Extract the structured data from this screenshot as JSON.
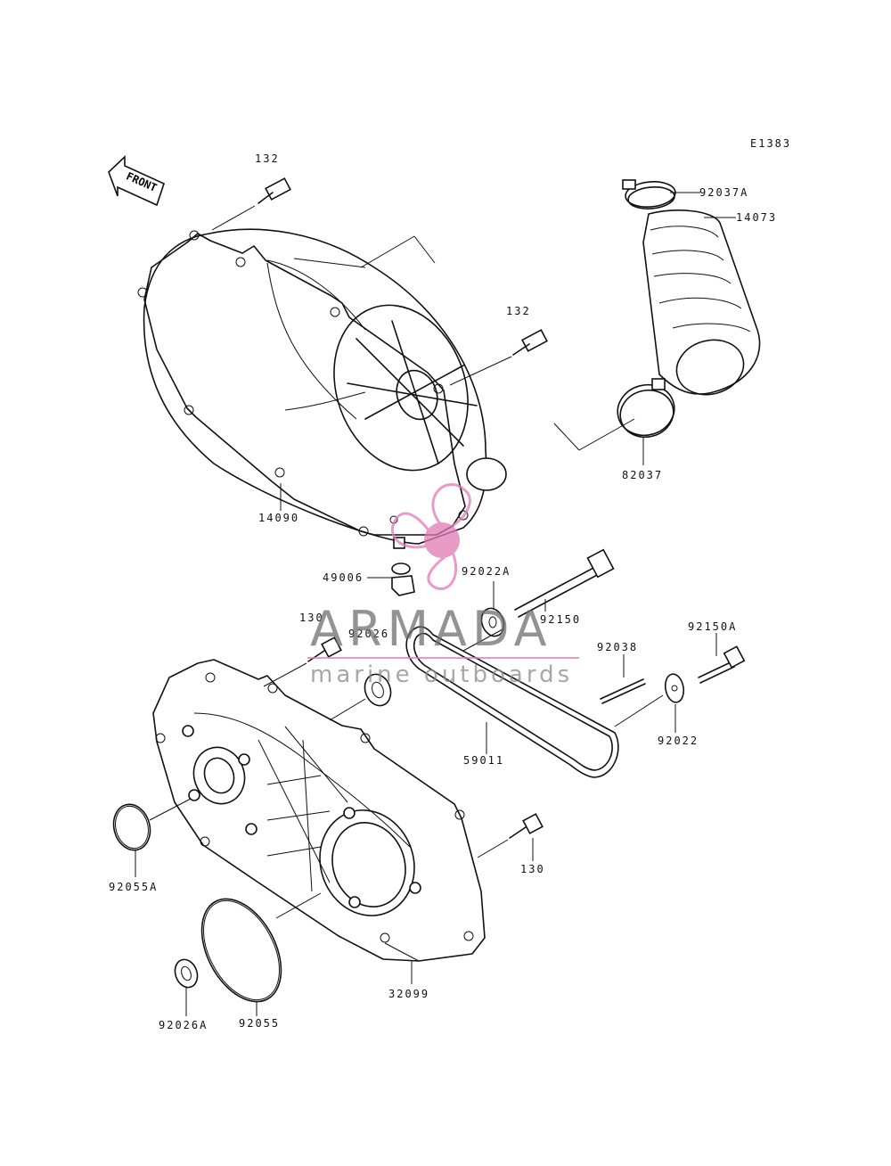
{
  "drawing_id": "E1383",
  "front_label": "FRONT",
  "parts": {
    "p132_top": "132",
    "p92037A": "92037A",
    "p14073": "14073",
    "p132_mid": "132",
    "p82037": "82037",
    "p14090": "14090",
    "p49006": "49006",
    "p92022A": "92022A",
    "p130_top": "130",
    "p92026": "92026",
    "p92150": "92150",
    "p92038": "92038",
    "p92150A": "92150A",
    "p92022": "92022",
    "p59011": "59011",
    "p130_bot": "130",
    "p92055A": "92055A",
    "p32099": "32099",
    "p92026A": "92026A",
    "p92055": "92055"
  },
  "watermark": {
    "title": "ARMADA",
    "subtitle": "marine outboards",
    "accent_color": "#e07ab4"
  }
}
